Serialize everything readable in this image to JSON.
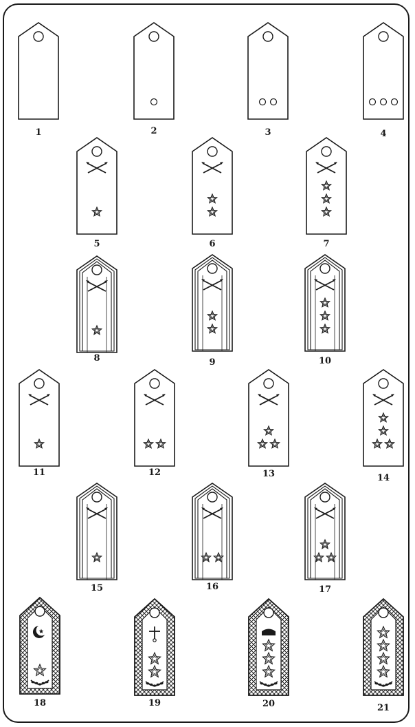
{
  "figure": {
    "ink_color": "#1a1a1a",
    "paper_color": "#ffffff",
    "items": [
      {
        "label": "1",
        "type": "plain",
        "buttons": 0,
        "emblem": false,
        "stars": [],
        "wreath": null
      },
      {
        "label": "2",
        "type": "plain",
        "buttons": 1,
        "emblem": false,
        "stars": [],
        "wreath": null
      },
      {
        "label": "3",
        "type": "plain",
        "buttons": 2,
        "emblem": false,
        "stars": [],
        "wreath": null
      },
      {
        "label": "4",
        "type": "plain",
        "buttons": 3,
        "emblem": false,
        "stars": [],
        "wreath": null
      },
      {
        "label": "5",
        "type": "plain",
        "buttons": 0,
        "emblem": true,
        "stars": [
          1
        ],
        "wreath": null
      },
      {
        "label": "6",
        "type": "plain",
        "buttons": 0,
        "emblem": true,
        "stars": [
          1,
          1
        ],
        "wreath": null
      },
      {
        "label": "7",
        "type": "plain",
        "buttons": 0,
        "emblem": true,
        "stars": [
          1,
          1,
          1
        ],
        "wreath": null
      },
      {
        "label": "8",
        "type": "striped",
        "buttons": 0,
        "emblem": true,
        "stars": [
          1
        ],
        "wreath": null
      },
      {
        "label": "9",
        "type": "striped",
        "buttons": 0,
        "emblem": true,
        "stars": [
          1,
          1
        ],
        "wreath": null
      },
      {
        "label": "10",
        "type": "striped",
        "buttons": 0,
        "emblem": true,
        "stars": [
          1,
          1,
          1
        ],
        "wreath": null
      },
      {
        "label": "11",
        "type": "plain",
        "buttons": 0,
        "emblem": true,
        "stars": [
          1
        ],
        "wreath": null
      },
      {
        "label": "12",
        "type": "plain",
        "buttons": 0,
        "emblem": true,
        "stars": [
          2
        ],
        "wreath": null
      },
      {
        "label": "13",
        "type": "plain",
        "buttons": 0,
        "emblem": true,
        "stars": [
          1,
          2
        ],
        "wreath": null
      },
      {
        "label": "14",
        "type": "plain",
        "buttons": 0,
        "emblem": true,
        "stars": [
          1,
          1,
          2
        ],
        "wreath": null
      },
      {
        "label": "15",
        "type": "striped",
        "buttons": 0,
        "emblem": true,
        "stars": [
          1
        ],
        "wreath": null
      },
      {
        "label": "16",
        "type": "striped",
        "buttons": 0,
        "emblem": true,
        "stars": [
          2
        ],
        "wreath": null
      },
      {
        "label": "17",
        "type": "striped",
        "buttons": 0,
        "emblem": true,
        "stars": [
          1,
          2
        ],
        "wreath": null
      },
      {
        "label": "18",
        "type": "general",
        "buttons": 0,
        "emblem": false,
        "stars": [
          1
        ],
        "wreath": "crescent"
      },
      {
        "label": "19",
        "type": "general",
        "buttons": 0,
        "emblem": false,
        "stars": [
          1,
          1
        ],
        "wreath": "sword"
      },
      {
        "label": "20",
        "type": "general",
        "buttons": 0,
        "emblem": false,
        "stars": [
          1,
          1,
          1
        ],
        "wreath": "crown"
      },
      {
        "label": "21",
        "type": "general",
        "buttons": 0,
        "emblem": false,
        "stars": [
          1,
          1,
          1,
          1
        ],
        "wreath": "none"
      }
    ]
  }
}
